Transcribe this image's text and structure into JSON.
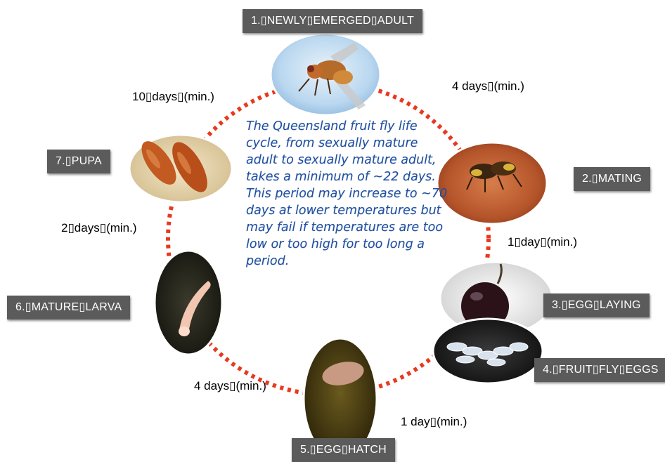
{
  "stages": {
    "adult": "1.▯NEWLY▯EMERGED▯ADULT",
    "mating": "2.▯MATING",
    "egg_laying": "3.▯EGG▯LAYING",
    "fruit_fly_eggs": "4.▯FRUIT▯FLY▯EGGS",
    "egg_hatch": "5.▯EGG▯HATCH",
    "mature_larva": "6.▯MATURE▯LARVA",
    "pupa": "7.▯PUPA"
  },
  "durations": {
    "adult_to_mating": "4 days▯(min.)",
    "mating_to_laying": "1▯day▯(min.)",
    "eggs_to_hatch": "1 day▯(min.)",
    "hatch_to_larva": "4 days▯(min.)",
    "larva_to_pupa": "2▯days▯(min.)",
    "pupa_to_adult": "10▯days▯(min.)"
  },
  "description": "The Queensland fruit fly life cycle, from sexually mature adult to sexually mature adult, takes a minimum of ~22 days. This period may increase to ~70 days at lower temperatures but may fail if temperatures are too low or too high for too long a period.",
  "colors": {
    "cycle_dash": "#e8391e",
    "label_bg": "#5b5b5b",
    "description_text": "#1f4fa0"
  }
}
